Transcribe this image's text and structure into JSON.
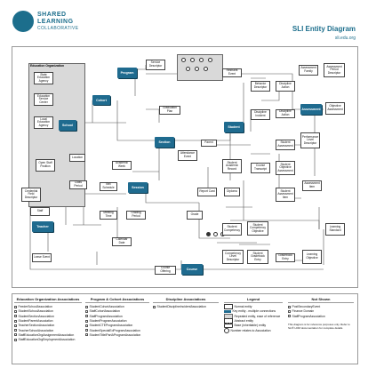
{
  "header": {
    "logo_line1": "SHARED",
    "logo_line2": "LEARNING",
    "logo_line3": "COLLABORATIVE",
    "title": "SLI Entity Diagram",
    "url": "sli.edu.org"
  },
  "diagram": {
    "ed_org_region_label": "Education Organization",
    "entities": {
      "state_ed_agency": "State Education Agency",
      "ed_service_center": "Education Service Center",
      "local_ed_agency": "Local Education Agency",
      "school": "School",
      "program": "Program",
      "service_descriptor": "Service Descriptor",
      "cohort": "Cohort",
      "graduation_plan": "Graduation Plan",
      "section": "Section",
      "attendance_event": "Attendance Event",
      "parent": "Parent",
      "student": "Student",
      "restraint_event": "Restraint Event",
      "behavior_descriptor": "Behavior Descriptor",
      "discipline_action": "Discipline Action",
      "discipline_incident": "Discipline Incident",
      "assessment_family": "Assessment Family",
      "assessment_period": "Assessment Period Descriptor",
      "assessment": "Assessment",
      "objective_assessment": "Objective Assessment",
      "perf_level": "Performance Level Descriptor",
      "student_assessment": "Student Assessment",
      "student_obj_assessment": "Student Objective Assessment",
      "student_assessment_item": "Student Assessment Item",
      "assessment_item": "Assessment Item",
      "location": "Location",
      "open_staff_position": "Open Staff Position",
      "credential_field": "Credential Field Descriptor",
      "staff": "Staff",
      "teacher": "Teacher",
      "class_period": "Class Period",
      "academic_week": "Academic Week",
      "bell_schedule": "Bell Schedule",
      "session": "Session",
      "meeting_time": "Meeting Time",
      "grading_period": "Grading Period",
      "calendar_date": "Calendar Date",
      "leave_event": "Leave Event",
      "student_academic_record": "Student Academic Record",
      "course_transcript": "Course Transcript",
      "report_card": "Report Card",
      "diploma": "Diploma",
      "grade": "Grade",
      "student_competency": "Student Competency",
      "student_competency_obj": "Student Competency Objective",
      "competency_level": "Competency Level Descriptor",
      "student_gradebook": "Student Gradebook Entry",
      "gradebook_entry": "Gradebook Entry",
      "learning_objective": "Learning Objective",
      "learning_standard": "Learning Standard",
      "course_offering": "Course Offering",
      "course": "Course"
    }
  },
  "legends": {
    "ed_org_assoc": {
      "title": "Education Organization Associations",
      "items": [
        "FeederSchoolAssociation",
        "StudentSchoolAssociation",
        "StudentSectionAssociation",
        "StudentParentAssociation",
        "TeacherSectionAssociation",
        "TeacherSchoolAssociation",
        "StaffEducationOrgAssignmentAssociation",
        "StaffEducationOrgEmploymentAssociation"
      ]
    },
    "program_cohort_assoc": {
      "title": "Program & Cohort Associations",
      "items": [
        "StudentCohortAssociation",
        "StaffCohortAssociation",
        "StaffProgramAssociation",
        "StudentProgramAssociation",
        "StudentCTEProgramAssociation",
        "StudentSpecialEdProgramAssociation",
        "StudentTitleIPartAProgramAssociation"
      ]
    },
    "discipline_assoc": {
      "title": "Discipline Associations",
      "items": [
        "StudentDisciplineIncidentAssociation"
      ]
    },
    "key": {
      "title": "Legend",
      "items": [
        "Normal entity",
        "Key entity - multiple connections",
        "Repeated entity, ease of reference",
        "Abstract entity",
        "Base (inheritable) entity",
        "Number relates to Association"
      ]
    },
    "not_shown": {
      "title": "Not Shown",
      "items": [
        "PostSecondaryEvent",
        "Finance Domain",
        "StaffProgramAssociation"
      ],
      "note": "This diagram is for reference purposes only. Refer to SLI® LDM documentation for complete details."
    }
  },
  "colors": {
    "brand": "#1c6e8c",
    "key_entity": "#1f6b8f"
  }
}
